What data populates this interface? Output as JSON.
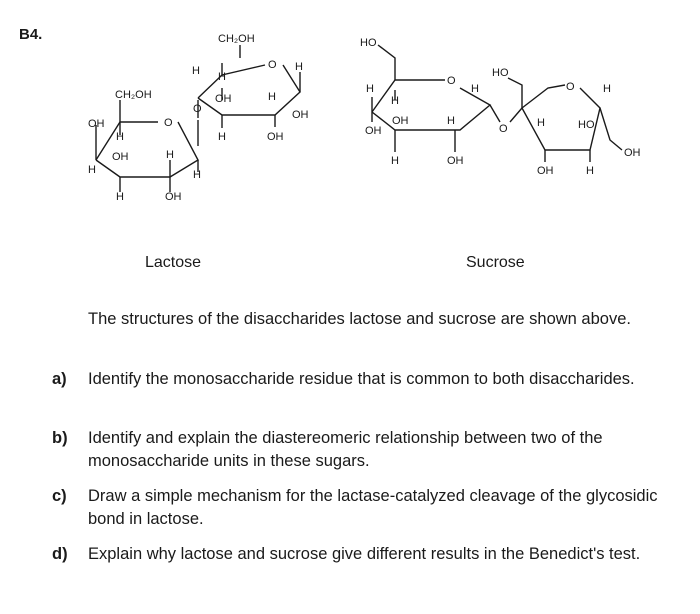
{
  "question": {
    "label": "B4."
  },
  "structures": {
    "lactose": {
      "caption": "Lactose",
      "labels": {
        "ch2oh_left": "CH₂OH",
        "ch2oh_right": "CH₂OH",
        "oh": "OH",
        "h": "H",
        "o": "O"
      }
    },
    "sucrose": {
      "caption": "Sucrose",
      "labels": {
        "ho": "HO",
        "oh": "OH",
        "h": "H",
        "o": "O"
      }
    }
  },
  "intro": "The structures of the disaccharides lactose and sucrose are shown above.",
  "questions": [
    {
      "letter": "a)",
      "text": "Identify the monosaccharide residue that is common to both disaccharides."
    },
    {
      "letter": "b)",
      "text": "Identify and explain the diastereomeric relationship between two of the monosaccharide units in these sugars."
    },
    {
      "letter": "c)",
      "text": "Draw a simple mechanism for the lactase-catalyzed cleavage of the glycosidic bond in lactose."
    },
    {
      "letter": "d)",
      "text": "Explain why lactose and sucrose give different results in the Benedict's test."
    }
  ]
}
